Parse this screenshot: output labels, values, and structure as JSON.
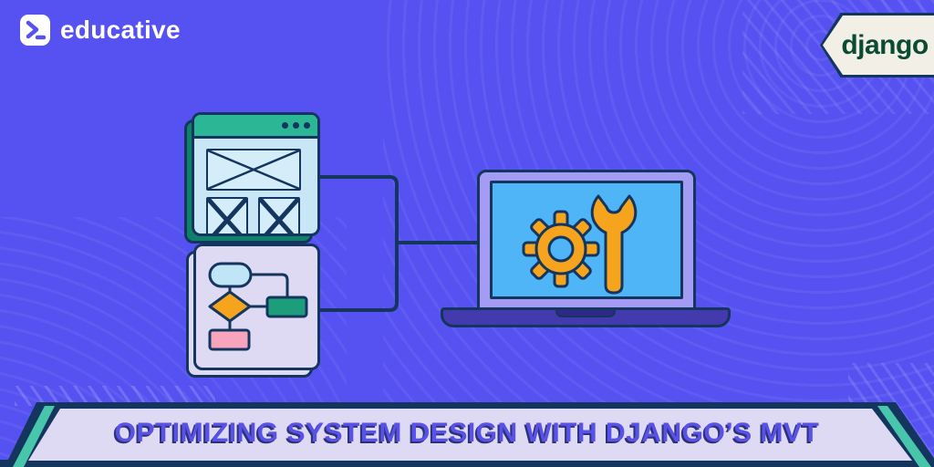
{
  "header": {
    "logo": {
      "text": "educative",
      "icon": "terminal-prompt-icon"
    },
    "badge": {
      "label": "django"
    }
  },
  "banner": {
    "title": "OPTIMIZING SYSTEM DESIGN WITH DJANGO’S MVT"
  },
  "illustration": {
    "browser_window": {
      "titlebar_dots": 3,
      "wireframe_boxes": [
        "hero-crossed-box",
        "left-crossed-box",
        "right-crossed-box"
      ]
    },
    "flowchart": {
      "shapes": [
        "start-pill",
        "decision-diamond",
        "process-green-rect",
        "end-pink-rect"
      ]
    },
    "laptop": {
      "screen_icons": [
        "gear-icon",
        "wrench-icon"
      ]
    }
  },
  "colors": {
    "background": "#5652F2",
    "outline_navy": "#14355E",
    "titlebar_teal": "#2BB795",
    "browser_shadow_teal": "#0F816B",
    "browser_body_blue": "#C9E6F6",
    "flowchart_lavender": "#DFDAF3",
    "pill_blue": "#C0E5F6",
    "diamond_orange": "#F6A41E",
    "rect_green": "#1B9E79",
    "rect_pink": "#F8A4BD",
    "laptop_frame": "#A49BF4",
    "laptop_screen": "#4FB5F6",
    "laptop_base": "#433AAD",
    "tool_orange": "#F6A41E",
    "banner_fill": "#DFDAF3",
    "banner_accent_teal": "#48C6AC",
    "banner_title_purple": "#5A51E9",
    "badge_cream": "#F1EFE6",
    "badge_text_green": "#0C4B33",
    "logo_white": "#FFFFFF"
  }
}
